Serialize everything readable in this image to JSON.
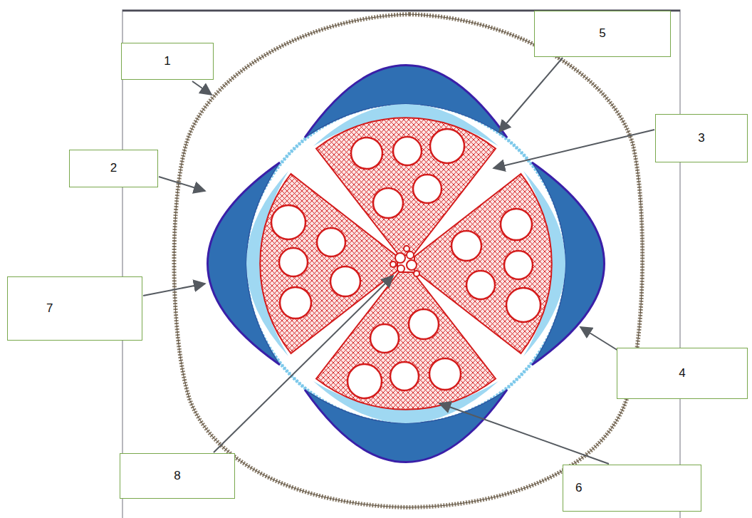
{
  "diagram": {
    "nodes": [
      {
        "text": [
          "5"
        ]
      },
      {
        "text": [
          "1"
        ]
      },
      {
        "text": [
          "3"
        ]
      },
      {
        "text": [
          "2"
        ]
      },
      {
        "text": [
          "7"
        ]
      },
      {
        "text": [
          "4"
        ]
      },
      {
        "text": [
          "8"
        ]
      },
      {
        "text": [
          "6"
        ]
      }
    ]
  }
}
